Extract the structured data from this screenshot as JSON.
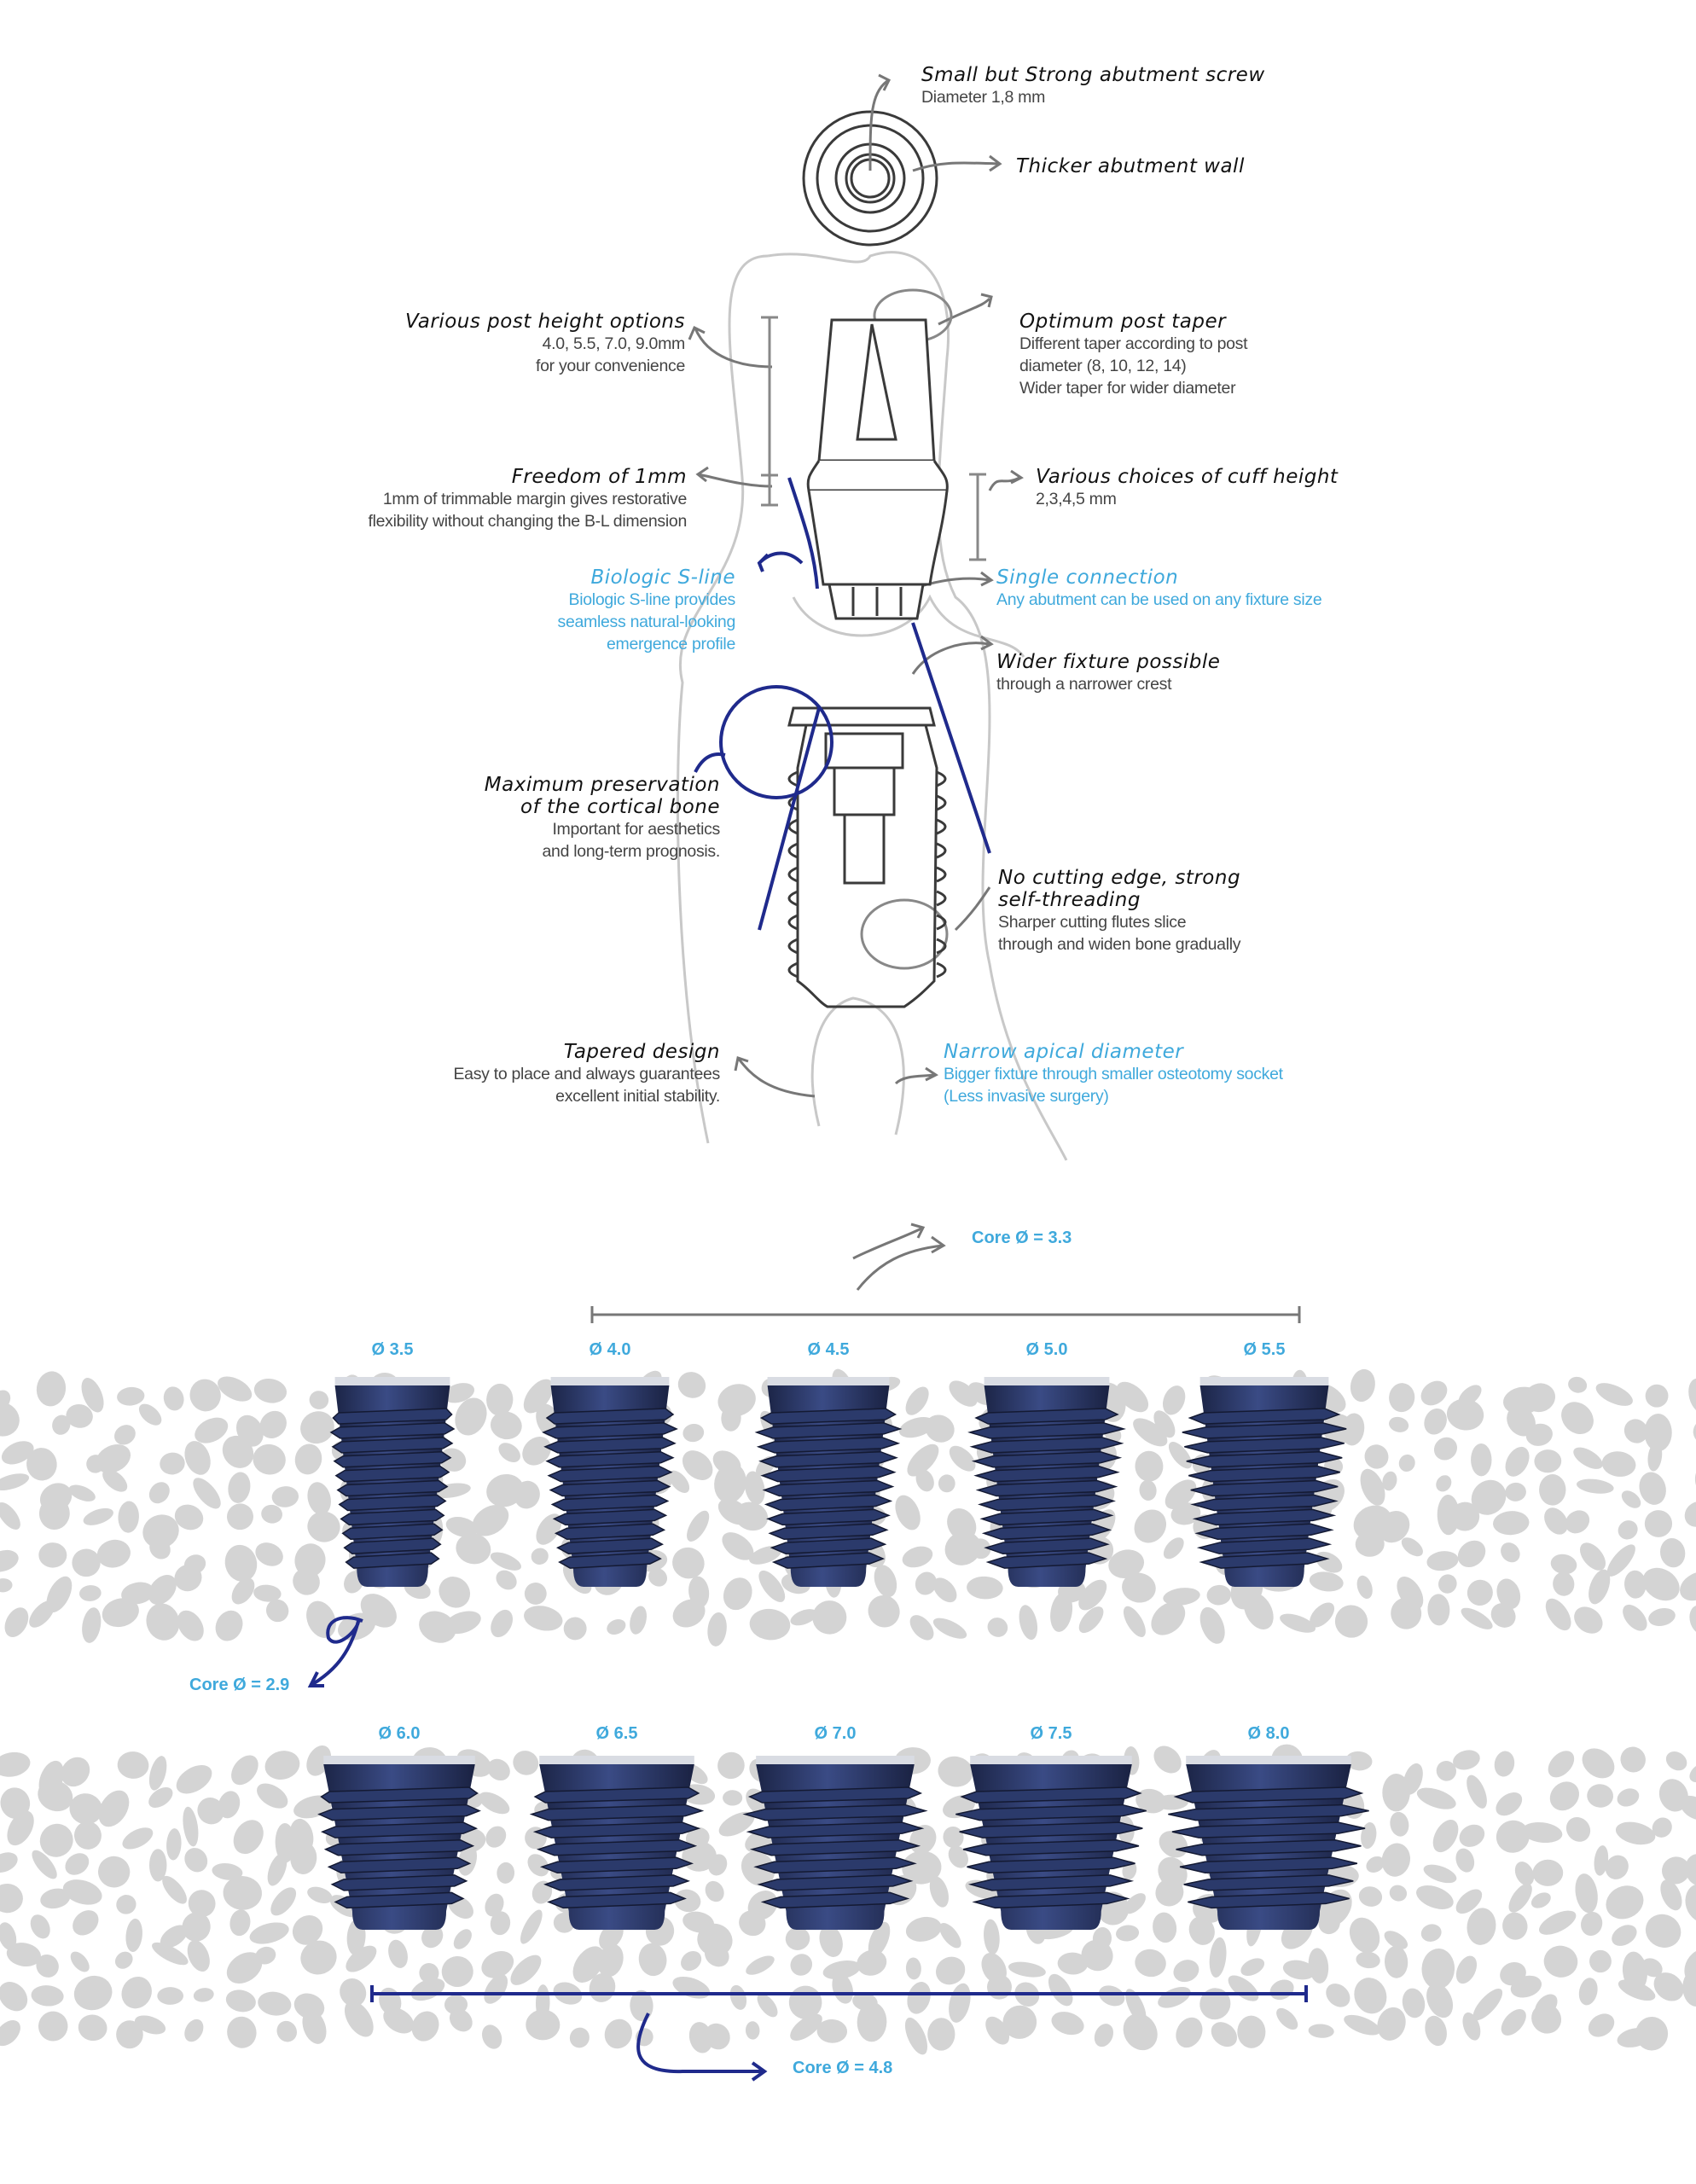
{
  "colors": {
    "accent_blue": "#3fa9dc",
    "ink_blue": "#1f2a8c",
    "implant": "#2b3a6b",
    "bone": "#d4d4d4",
    "sketch": "#555555"
  },
  "callouts": {
    "screw": {
      "title": "Small but Strong abutment screw",
      "lines": [
        "Diameter 1,8 mm"
      ]
    },
    "wall": {
      "title": "Thicker abutment wall"
    },
    "post_height": {
      "title": "Various post height options",
      "lines": [
        "4.0, 5.5, 7.0, 9.0mm",
        "for your convenience"
      ]
    },
    "post_taper": {
      "title": "Optimum post taper",
      "lines": [
        "Different taper according to post",
        "diameter (8, 10, 12, 14)",
        "Wider taper for wider diameter"
      ]
    },
    "freedom": {
      "title": "Freedom of 1mm",
      "lines": [
        "1mm of trimmable margin gives restorative",
        "flexibility without changing the B-L dimension"
      ]
    },
    "cuff": {
      "title": "Various choices of cuff height",
      "lines": [
        "2,3,4,5 mm"
      ]
    },
    "sline": {
      "title": "Biologic S-line",
      "lines": [
        "Biologic S-line provides",
        "seamless natural-looking",
        "emergence profile"
      ]
    },
    "single": {
      "title": "Single connection",
      "lines": [
        "Any abutment can be used on any fixture size"
      ]
    },
    "wider": {
      "title": "Wider fixture possible",
      "lines": [
        "through a narrower crest"
      ]
    },
    "cortical": {
      "title": [
        "Maximum preservation",
        "of the cortical bone"
      ],
      "lines": [
        "Important for aesthetics",
        "and long-term prognosis."
      ]
    },
    "cutting": {
      "title": [
        "No cutting edge, strong",
        "self-threading"
      ],
      "lines": [
        "Sharper cutting flutes slice",
        "through and widen bone gradually"
      ]
    },
    "tapered": {
      "title": "Tapered design",
      "lines": [
        "Easy to place and always guarantees",
        "excellent initial stability."
      ]
    },
    "apical": {
      "title": "Narrow apical diameter",
      "lines": [
        "Bigger fixture through smaller osteotomy socket",
        "(Less invasive surgery)"
      ]
    }
  },
  "fixtures": {
    "row1": {
      "core_label": "Core Ø = 2.9",
      "span_label": "Core Ø = 3.3",
      "core": 2.9,
      "items": [
        {
          "label": "Ø 3.5",
          "d": 3.5
        },
        {
          "label": "Ø 4.0",
          "d": 4.0
        },
        {
          "label": "Ø 4.5",
          "d": 4.5
        },
        {
          "label": "Ø 5.0",
          "d": 5.0
        },
        {
          "label": "Ø 5.5",
          "d": 5.5
        }
      ]
    },
    "row2": {
      "core_label": "Core Ø = 4.8",
      "core": 4.8,
      "items": [
        {
          "label": "Ø 6.0",
          "d": 6.0
        },
        {
          "label": "Ø 6.5",
          "d": 6.5
        },
        {
          "label": "Ø 7.0",
          "d": 7.0
        },
        {
          "label": "Ø 7.5",
          "d": 7.5
        },
        {
          "label": "Ø 8.0",
          "d": 8.0
        }
      ]
    }
  }
}
